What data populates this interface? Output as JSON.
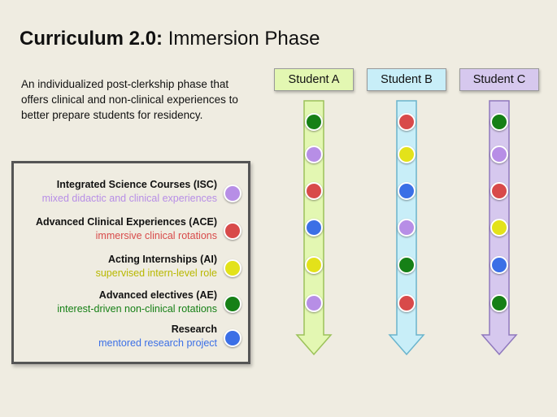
{
  "title": {
    "bold": "Curriculum 2.0:",
    "rest": " Immersion Phase"
  },
  "intro": "An individualized post-clerkship phase that offers clinical and non-clinical experiences to better prepare students for residency.",
  "colors": {
    "ISC": "#b78ee6",
    "ACE": "#d84a4a",
    "AI": "#e3e21a",
    "AE": "#168016",
    "Research": "#3b6fe6"
  },
  "legend": [
    {
      "key": "ISC",
      "name": "Integrated Science Courses (ISC)",
      "desc": "mixed didactic and clinical experiences",
      "desc_color": "#b78ee6"
    },
    {
      "key": "ACE",
      "name": "Advanced Clinical Experiences (ACE)",
      "desc": "immersive clinical rotations",
      "desc_color": "#d84a4a"
    },
    {
      "key": "AI",
      "name": "Acting Internships (AI)",
      "desc": "supervised intern-level role",
      "desc_color": "#b8b800"
    },
    {
      "key": "AE",
      "name": "Advanced electives (AE)",
      "desc": "interest-driven non-clinical rotations",
      "desc_color": "#168016"
    },
    {
      "key": "Research",
      "name": "Research",
      "desc": "mentored research project",
      "desc_color": "#3b6fe6"
    }
  ],
  "students": [
    {
      "name": "Student A",
      "header_color": "#e3f7b2",
      "arrow_fill": "#e3f7b2",
      "arrow_stroke": "#9cc25a",
      "sequence": [
        "AE",
        "ISC",
        "ACE",
        "Research",
        "AI",
        "ISC"
      ]
    },
    {
      "name": "Student B",
      "header_color": "#c8eef8",
      "arrow_fill": "#c8eef8",
      "arrow_stroke": "#6ab4cc",
      "sequence": [
        "ACE",
        "AI",
        "Research",
        "ISC",
        "AE",
        "ACE"
      ]
    },
    {
      "name": "Student C",
      "header_color": "#d6c8ee",
      "arrow_fill": "#d6c8ee",
      "arrow_stroke": "#8f78bd",
      "sequence": [
        "AE",
        "ISC",
        "ACE",
        "AI",
        "Research",
        "AE"
      ]
    }
  ]
}
